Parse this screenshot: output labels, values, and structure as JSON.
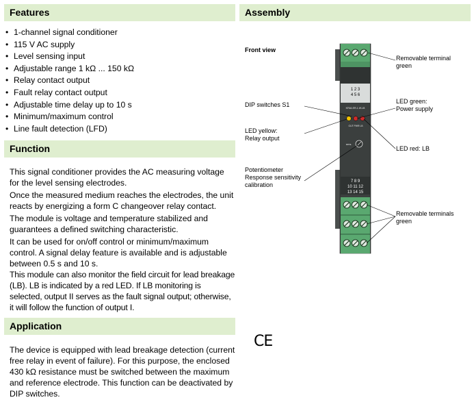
{
  "features": {
    "heading": "Features",
    "items": [
      "1-channel signal conditioner",
      "115 V AC supply",
      "Level sensing input",
      "Adjustable range 1 kΩ ... 150 kΩ",
      "Relay contact output",
      "Fault relay contact output",
      "Adjustable time delay up to 10 s",
      "Minimum/maximum control",
      "Line fault detection (LFD)"
    ]
  },
  "function": {
    "heading": "Function",
    "paragraphs": [
      "This signal conditioner provides the AC measuring voltage for the level sensing electrodes.",
      "Once the measured medium reaches the electrodes, the unit reacts by energizing a form C changeover relay contact.",
      "The module is voltage and temperature stabilized and guarantees a defined switching characteristic.",
      "It can be used for on/off control or minimum/maximum control. A signal delay feature is available and is adjustable between 0.5 s and 10 s.",
      "This module can also monitor the field circuit for lead breakage (LB). LB is indicated by a red LED. If LB monitoring is selected, output II serves as the fault signal output; otherwise, it will follow the function of output I."
    ]
  },
  "application": {
    "heading": "Application",
    "paragraph": "The device is equipped with lead breakage detection (current free relay in event of failure). For this purpose, the enclosed 430 kΩ resistance must be switched between the maximum and reference electrode. This function can be deactivated by DIP switches."
  },
  "assembly": {
    "heading": "Assembly",
    "front_view": "Front view",
    "labels": {
      "terminal_top_1": "Removable terminal",
      "terminal_top_2": "green",
      "dip": "DIP switches S1",
      "led_green_1": "LED green:",
      "led_green_2": "Power supply",
      "led_yellow_1": "LED yellow:",
      "led_yellow_2": "Relay output",
      "led_red": "LED red: LB",
      "pot_1": "Potentiometer",
      "pot_2": "Response sensitivity",
      "pot_3": "calibration",
      "terminals_bottom_1": "Removable terminals",
      "terminals_bottom_2": "green"
    },
    "device": {
      "top_numbers_1": "1  2  3",
      "top_numbers_2": "4  5  6",
      "model": "KFA6-ER-1.W.LB",
      "led_texts": "OUT  PWR  LB",
      "sens": "sens.",
      "bottom_numbers_1": "7  8  9",
      "bottom_numbers_2": "10 11 12",
      "bottom_numbers_3": "13 14 15"
    },
    "ce_mark": "CE"
  },
  "colors": {
    "band": "#dfeecf",
    "terminal_green": "#5aa870",
    "housing_dark": "#3b3f3e",
    "led_yellow": "#f2c200",
    "led_red": "#cc2b2b"
  }
}
